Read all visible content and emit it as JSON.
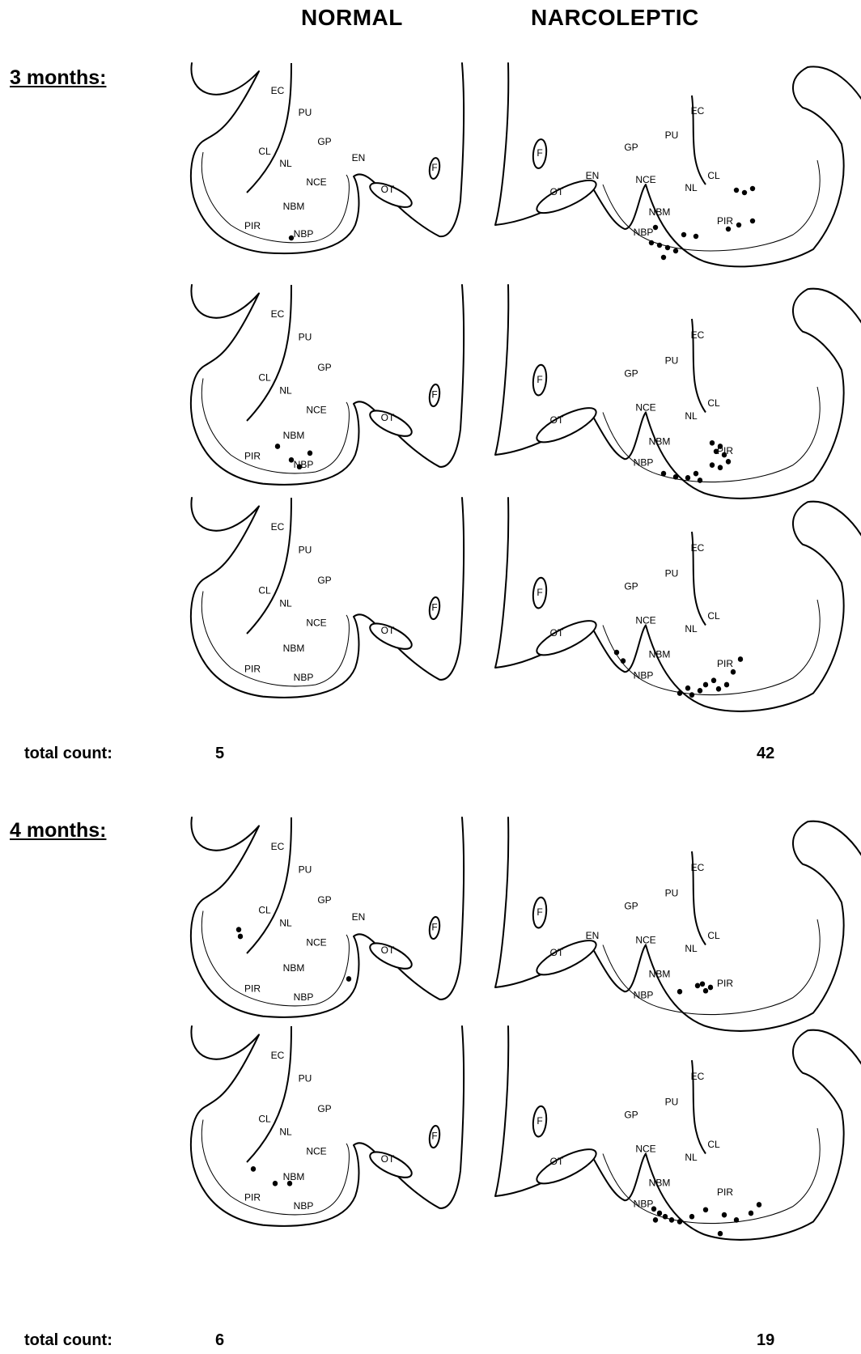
{
  "headers": {
    "normal": "NORMAL",
    "narcoleptic": "NARCOLEPTIC"
  },
  "sections": [
    {
      "label": "3 months:",
      "total_label": "total count:",
      "normal_total": "5",
      "narcoleptic_total": "42"
    },
    {
      "label": "4 months:",
      "total_label": "total count:",
      "normal_total": "6",
      "narcoleptic_total": "19"
    }
  ],
  "region_labels": {
    "EC": "EC",
    "PU": "PU",
    "CL": "CL",
    "NL": "NL",
    "GP": "GP",
    "EN": "EN",
    "NCE": "NCE",
    "NBM": "NBM",
    "NBP": "NBP",
    "PIR": "PIR",
    "OT": "OT",
    "F": "F"
  },
  "panels": [
    {
      "id": "3m-normal-1",
      "labels": [
        "EC",
        "PU",
        "CL",
        "NL",
        "GP",
        "EN",
        "NCE",
        "NBM",
        "PIR",
        "NBP",
        "OT",
        "F"
      ]
    },
    {
      "id": "3m-narco-1",
      "labels": [
        "EC",
        "PU",
        "GP",
        "F",
        "EN",
        "NCE",
        "CL",
        "NL",
        "NBM",
        "PIR",
        "NBP",
        "OT"
      ]
    },
    {
      "id": "3m-normal-2",
      "labels": [
        "EC",
        "PU",
        "GP",
        "CL",
        "NL",
        "NCE",
        "NBM",
        "PIR",
        "NBP",
        "OT",
        "F"
      ]
    },
    {
      "id": "3m-narco-2",
      "labels": [
        "EC",
        "PU",
        "GP",
        "NCE",
        "NL",
        "CL",
        "NBM",
        "PIR",
        "NBP",
        "OT",
        "F"
      ]
    },
    {
      "id": "3m-normal-3",
      "labels": [
        "EC",
        "PU",
        "GP",
        "CL",
        "NCE",
        "NL",
        "NBM",
        "PIR",
        "NBP",
        "OT",
        "F"
      ]
    },
    {
      "id": "3m-narco-3",
      "labels": [
        "EC",
        "GP",
        "PU",
        "OT",
        "NCE",
        "CL",
        "NL",
        "NBM",
        "PIR",
        "NBP",
        "F"
      ]
    },
    {
      "id": "4m-normal-1",
      "labels": [
        "EC",
        "PU",
        "GP",
        "EN",
        "CL",
        "NL",
        "NCE",
        "NBM",
        "PIR",
        "NBP",
        "OT",
        "F"
      ]
    },
    {
      "id": "4m-narco-1",
      "labels": [
        "EC",
        "PU",
        "GP",
        "EN",
        "CL",
        "NCE",
        "NL",
        "NBM",
        "NBP",
        "PIR",
        "OT",
        "F"
      ]
    },
    {
      "id": "4m-normal-2",
      "labels": [
        "EC",
        "PU",
        "CL",
        "NL",
        "GP",
        "NCE",
        "NBM",
        "PIR",
        "NBP",
        "OT",
        "F"
      ]
    },
    {
      "id": "4m-narco-2",
      "labels": [
        "EC",
        "PU",
        "GP",
        "NCE",
        "CL",
        "NL",
        "NBM",
        "NBP",
        "PIR",
        "OT",
        "F"
      ]
    }
  ]
}
